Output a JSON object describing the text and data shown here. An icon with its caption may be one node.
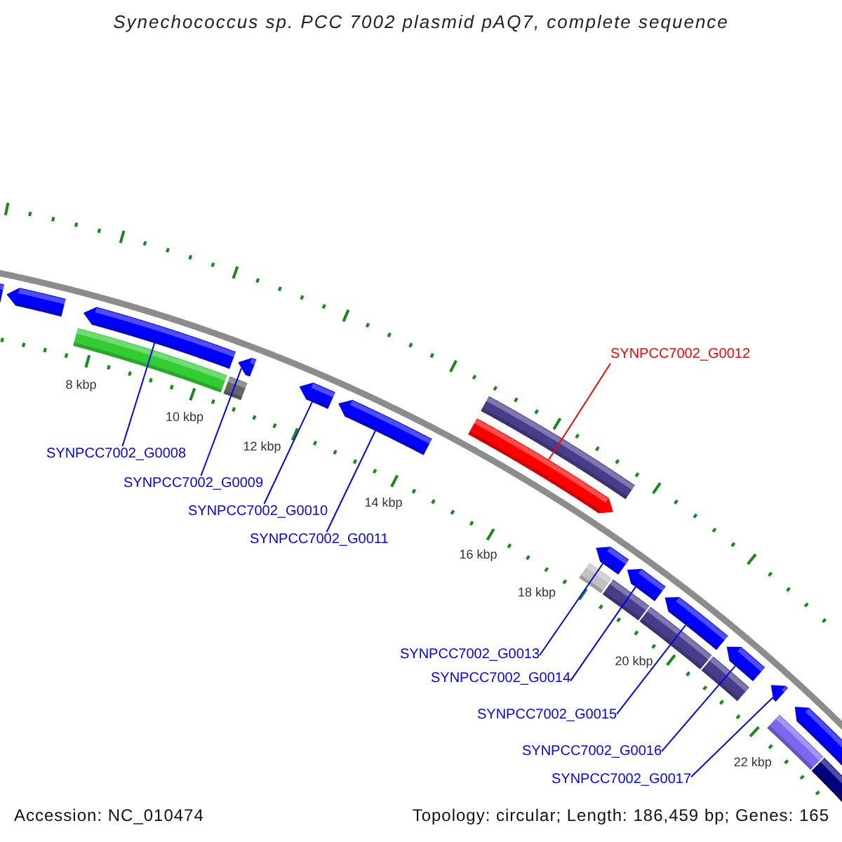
{
  "diagram": {
    "title": "Synechococcus sp. PCC 7002 plasmid pAQ7, complete sequence",
    "nodes": [
      {
        "text": [
          "SYNPCC7002_G0008"
        ]
      },
      {
        "text": [
          "SYNPCC7002_G0009"
        ]
      },
      {
        "text": [
          "SYNPCC7002_G0010"
        ]
      },
      {
        "text": [
          "SYNPCC7002_G0011"
        ]
      },
      {
        "text": [
          "SYNPCC7002_G0012"
        ]
      },
      {
        "text": [
          "SYNPCC7002_G0013"
        ]
      },
      {
        "text": [
          "SYNPCC7002_G0014"
        ]
      },
      {
        "text": [
          "SYNPCC7002_G0015"
        ]
      },
      {
        "text": [
          "SYNPCC7002_G0016"
        ]
      },
      {
        "text": [
          "SYNPCC7002_G0017"
        ]
      },
      {
        "text": [],
        "shape": "bar"
      },
      {
        "text": [],
        "shape": "bar"
      },
      {
        "text": [],
        "shape": "bar"
      },
      {
        "text": [],
        "shape": "bar"
      },
      {
        "text": [],
        "shape": "bar"
      },
      {
        "text": [],
        "shape": "bar"
      },
      {
        "text": [],
        "shape": "bar"
      },
      {
        "text": [],
        "shape": "bar"
      },
      {
        "text": [],
        "shape": "bar"
      },
      {
        "text": [],
        "shape": "bar"
      }
    ],
    "edges": [
      {
        "from": 0,
        "to": 10,
        "arrow": "none"
      },
      {
        "from": 1,
        "to": 11,
        "arrow": "none"
      },
      {
        "from": 2,
        "to": 12,
        "arrow": "none"
      },
      {
        "from": 3,
        "to": 13,
        "arrow": "none"
      },
      {
        "from": 4,
        "to": 14,
        "arrow": "none",
        "color": "#ff0000"
      },
      {
        "from": 5,
        "to": 15,
        "arrow": "none"
      },
      {
        "from": 6,
        "to": 16,
        "arrow": "none"
      },
      {
        "from": 7,
        "to": 17,
        "arrow": "none"
      },
      {
        "from": 8,
        "to": 18,
        "arrow": "none"
      },
      {
        "from": 9,
        "to": 19,
        "arrow": "none"
      }
    ],
    "labels": [
      "8 kbp",
      "10 kbp",
      "12 kbp",
      "14 kbp",
      "16 kbp",
      "18 kbp",
      "20 kbp",
      "22 kbp",
      "Accession: NC_010474",
      "Topology: circular; Length: 186,459 bp; Genes: 165"
    ]
  }
}
